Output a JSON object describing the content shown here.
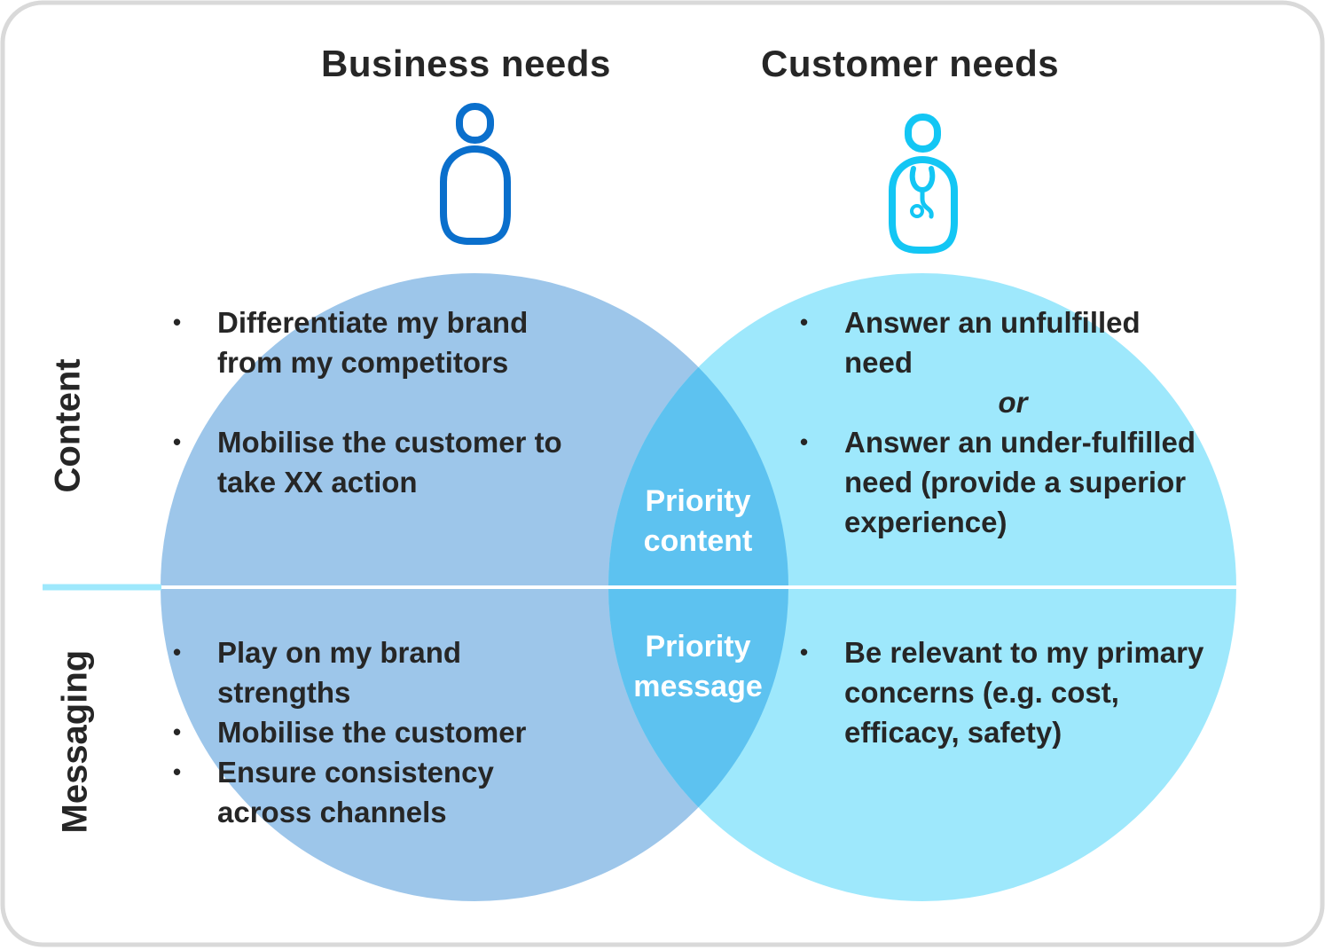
{
  "headings": {
    "business": "Business needs",
    "customer": "Customer needs"
  },
  "side_labels": {
    "content": "Content",
    "messaging": "Messaging"
  },
  "business_content": [
    "Differentiate my brand from my competitors",
    "Mobilise the customer to take XX action"
  ],
  "business_messaging": [
    "Play on my brand strengths",
    "Mobilise the customer",
    "Ensure consistency across channels"
  ],
  "customer_content": {
    "first": "Answer an unfulfilled need",
    "connector": "or",
    "second": "Answer an under-fulfilled need (provide a superior experience)"
  },
  "customer_messaging": [
    "Be relevant to my primary concerns (e.g. cost, efficacy, safety)"
  ],
  "overlap": {
    "content": "Priority content",
    "message": "Priority message"
  },
  "icons": {
    "business": "person-icon",
    "customer": "doctor-icon"
  },
  "colors": {
    "business_circle": "#9dc6ea",
    "customer_circle": "#9ee8fc",
    "overlap": "#5dc2f0",
    "business_icon": "#0a6fcc",
    "customer_icon": "#13c6f4",
    "divider": "#9ee8fc",
    "frame_border": "#d9d9d9"
  }
}
